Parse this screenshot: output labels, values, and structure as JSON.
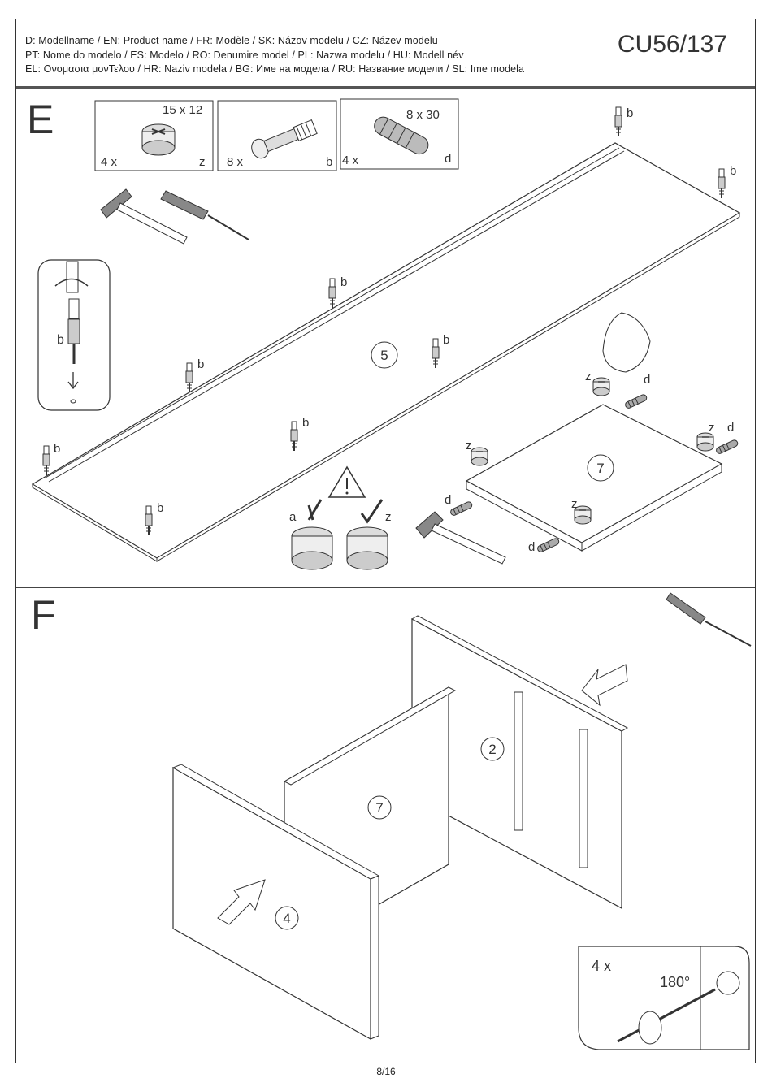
{
  "header": {
    "line1": "D: Modellname  / EN: Product name  / FR: Modèle  / SK: Názov modelu / CZ: Název modelu",
    "line2": "PT: Nome do modelo / ES: Modelo / RO:  Denumire  model / PL: Nazwa modelu /  HU: Modell név",
    "line3": "EL: Ονομασια μονΤελου / HR: Naziv modela / BG: Име на модела / RU: Название модели / SL: Ime modela",
    "model_code": "CU56/137"
  },
  "step_e": {
    "letter": "E",
    "parts": [
      {
        "size": "15 x 12",
        "qty": "4 x",
        "code": "z"
      },
      {
        "size": "",
        "qty": "8 x",
        "code": "b"
      },
      {
        "size": "8 x 30",
        "qty": "4 x",
        "code": "d"
      }
    ],
    "panel_long": "5",
    "panel_short": "7",
    "labels": {
      "b": "b",
      "z": "z",
      "d": "d",
      "a": "a"
    }
  },
  "step_f": {
    "letter": "F",
    "panels": [
      "2",
      "7",
      "4"
    ],
    "inset": {
      "qty": "4 x",
      "rotation": "180°"
    }
  },
  "footer": {
    "page": "8/16"
  }
}
